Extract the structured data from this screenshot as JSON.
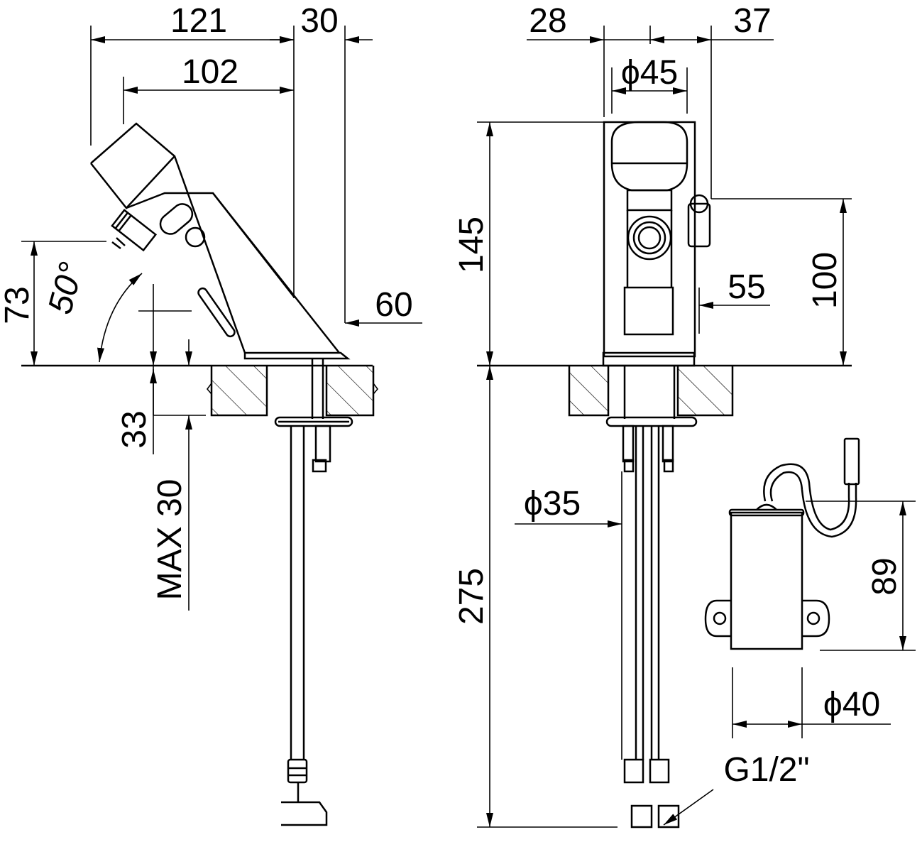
{
  "colors": {
    "line": "#000000",
    "background": "#ffffff"
  },
  "side_view": {
    "dimensions": {
      "d121": "121",
      "d30": "30",
      "d102": "102",
      "d73": "73",
      "d50deg": "50°",
      "d60": "60",
      "d33": "33",
      "dmax30": "MAX 30"
    }
  },
  "front_view": {
    "dimensions": {
      "d28": "28",
      "d37": "37",
      "d45": "ϕ45",
      "d145": "145",
      "d100": "100",
      "d55": "55",
      "d275": "275",
      "d35": "ϕ35",
      "thread": "G1/2\""
    }
  },
  "sensor_box": {
    "dimensions": {
      "d89": "89",
      "d40": "ϕ40"
    }
  }
}
